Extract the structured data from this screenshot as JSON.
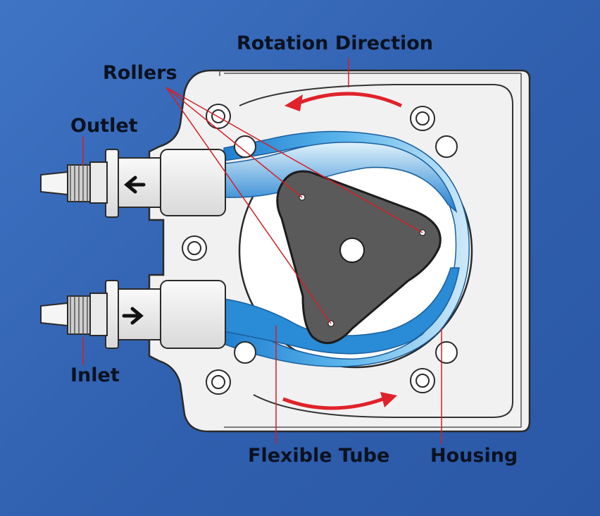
{
  "labels": {
    "rotation_direction": "Rotation Direction",
    "rollers": "Rollers",
    "outlet": "Outlet",
    "inlet": "Inlet",
    "flexible_tube": "Flexible Tube",
    "housing": "Housing"
  },
  "colors": {
    "background": "#3066b4",
    "housing": "#f1f1f1",
    "outline": "#2a2a2a",
    "rotor": "#555555",
    "tube": "#2a8bd6",
    "tube_highlight": "#cfe9f8",
    "arrow_red": "#e0222a",
    "leader_red": "#d41f26"
  }
}
